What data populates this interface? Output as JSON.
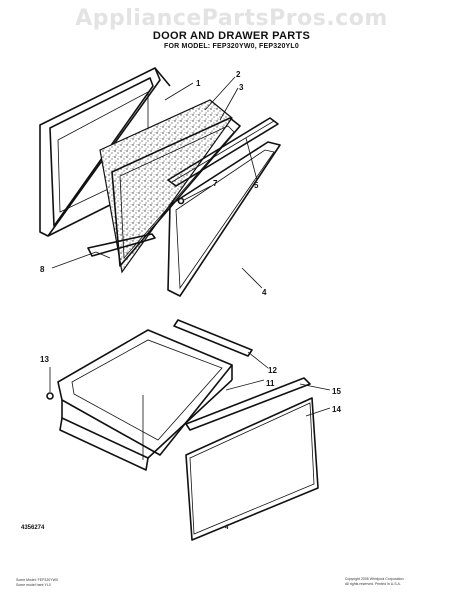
{
  "watermark": "AppliancePartsPros.com",
  "header": {
    "title": "DOOR AND DRAWER PARTS",
    "subtitle": "FOR MODEL: FEP320YW0, FEP320YL0"
  },
  "callouts": {
    "c1": "1",
    "c2": "2",
    "c3": "3",
    "c4": "4",
    "c5": "5",
    "c7": "7",
    "c8": "8",
    "c11": "11",
    "c12": "12",
    "c13": "13",
    "c14": "14",
    "c15": "15"
  },
  "footer": {
    "part_number": "4356274",
    "page_number": "4",
    "left_lines": [
      "Some Model: FEP320YW0",
      "Some model here YL0"
    ],
    "right_lines": [
      "Copyright 2005 Whirlpool Corporation",
      "All rights reserved. Printed in U.S.A."
    ]
  }
}
